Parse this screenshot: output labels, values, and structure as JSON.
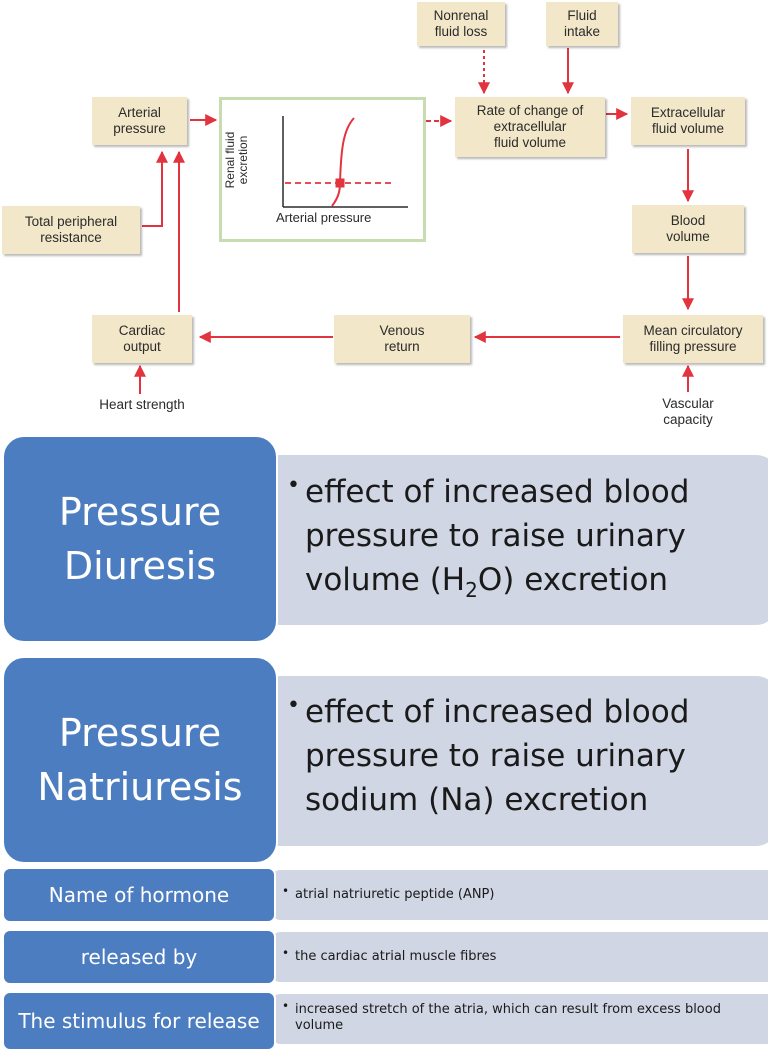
{
  "colors": {
    "box_fill": "#f3e7c9",
    "arrow": "#e2343f",
    "graph_border": "#c7ddb0",
    "panel_blue": "#4c7dc0",
    "panel_light": "#d1d6e4"
  },
  "diagram": {
    "nodes": {
      "nonrenal_fluid_loss": "Nonrenal\nfluid loss",
      "fluid_intake": "Fluid\nintake",
      "arterial_pressure": "Arterial\npressure",
      "rate_of_change": "Rate of change of\nextracellular\nfluid volume",
      "extracellular_fluid_volume": "Extracellular\nfluid volume",
      "total_peripheral_resistance": "Total peripheral\nresistance",
      "blood_volume": "Blood\nvolume",
      "cardiac_output": "Cardiac\noutput",
      "venous_return": "Venous\nreturn",
      "mean_circulatory_filling_pressure": "Mean circulatory\nfilling pressure",
      "heart_strength": "Heart strength",
      "vascular_capacity": "Vascular\ncapacity"
    },
    "graph": {
      "y_label": "Renal fluid\nexcretion",
      "x_label": "Arterial pressure"
    }
  },
  "panels": [
    {
      "title": "Pressure\nDiuresis",
      "text_before_sub": "effect of increased blood pressure to raise urinary volume (H",
      "sub": "2",
      "text_after_sub": "O) excretion"
    },
    {
      "title": "Pressure\nNatriuresis",
      "text": "effect of increased blood pressure to raise urinary sodium (Na) excretion"
    }
  ],
  "rows": [
    {
      "label": "Name of hormone",
      "text": "atrial natriuretic peptide (ANP)"
    },
    {
      "label": "released by",
      "text": "the cardiac atrial muscle fibres"
    },
    {
      "label": "The stimulus for release",
      "text": "increased stretch of the atria, which can result from excess blood volume"
    }
  ]
}
